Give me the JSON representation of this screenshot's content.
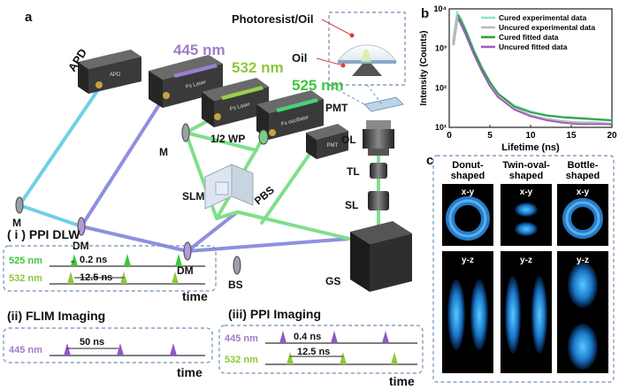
{
  "panels": {
    "a": "a",
    "b": "b",
    "c": "c"
  },
  "setup": {
    "wl_445": "445 nm",
    "wl_532": "532 nm",
    "wl_525": "525 nm",
    "apd": "APD",
    "apd_device": "APD",
    "ps_laser_1": "Ps Laser",
    "ps_laser_2": "Ps Laser",
    "fs_oscillator": "Fs oscillator",
    "pmt": "PMT",
    "pmt_device": "PMT",
    "photoresist": "Photoresist/Oil",
    "oil": "Oil",
    "half_wp": "1/2 WP",
    "m": "M",
    "m2": "M",
    "slm": "SLM",
    "pbs": "PBS",
    "dm": "DM",
    "dm2": "DM",
    "bs": "BS",
    "gs": "GS",
    "ol": "OL",
    "tl": "TL",
    "sl": "SL"
  },
  "timing": {
    "ppi_dlw": {
      "title": "( i ) PPI DLW",
      "line1": "525 nm",
      "line2": "532 nm",
      "delta_short": "0.2 ns",
      "delta_long": "12.5 ns",
      "axis": "time"
    },
    "flim": {
      "title": "(ii) FLIM Imaging",
      "line1": "445 nm",
      "delta": "50 ns",
      "axis": "time"
    },
    "ppi_imaging": {
      "title": "(iii) PPI Imaging",
      "line1": "445 nm",
      "line2": "532 nm",
      "delta_short": "0.4 ns",
      "delta_long": "12.5 ns",
      "axis": "time"
    }
  },
  "colors": {
    "green525": "#3cc83c",
    "green532": "#8cc83c",
    "violet445": "#8a5cc0",
    "cured": "#2e9e3a",
    "uncured": "#9b59c0",
    "cured_exp": "#8fe0c8",
    "uncured_exp": "#b8b8b8"
  },
  "chart_data": {
    "type": "line",
    "xlabel": "Lifetime (ns)",
    "ylabel": "Intensity (Counts)",
    "xlim": [
      0,
      20
    ],
    "ylim": [
      10,
      10000
    ],
    "log_y": true,
    "x_ticks": [
      "0",
      "5",
      "10",
      "15",
      "20"
    ],
    "y_ticks": [
      "10¹",
      "10²",
      "10³",
      "10⁴"
    ],
    "legend": "top-right",
    "series": [
      {
        "name": "Cured experimental data",
        "color": "#8fe0c8",
        "x": [
          0.5,
          1.0,
          1.5,
          2,
          3,
          4,
          5,
          6,
          8,
          10,
          12,
          14,
          16,
          18,
          20
        ],
        "y": [
          1500,
          7500,
          5200,
          3000,
          900,
          330,
          140,
          70,
          35,
          25,
          20,
          18,
          17,
          16,
          15
        ]
      },
      {
        "name": "Uncured experimental data",
        "color": "#b8b8b8",
        "x": [
          0.5,
          1.0,
          1.5,
          2,
          3,
          4,
          5,
          6,
          8,
          10,
          12,
          14,
          16,
          18,
          20
        ],
        "y": [
          1200,
          6000,
          4200,
          2400,
          760,
          280,
          115,
          60,
          30,
          20,
          16,
          14,
          13,
          13,
          12
        ]
      },
      {
        "name": "Cured fitted data",
        "color": "#2e9e3a",
        "x": [
          1.1,
          2,
          3,
          4,
          5,
          6,
          8,
          10,
          12,
          14,
          16,
          18,
          20
        ],
        "y": [
          7000,
          2900,
          880,
          320,
          140,
          72,
          34,
          24,
          20,
          18,
          17,
          16,
          15
        ]
      },
      {
        "name": "Uncured fitted data",
        "color": "#9b59c0",
        "x": [
          1.1,
          2,
          3,
          4,
          5,
          6,
          8,
          10,
          12,
          14,
          16,
          18,
          20
        ],
        "y": [
          5600,
          2300,
          740,
          270,
          112,
          58,
          28,
          19,
          15,
          13,
          12,
          12,
          12
        ]
      }
    ]
  },
  "psf": {
    "headers": [
      "Donut-\nshaped",
      "Twin-oval-\nshaped",
      "Bottle-\nshaped"
    ],
    "xy": "x-y",
    "yz": "y-z"
  }
}
